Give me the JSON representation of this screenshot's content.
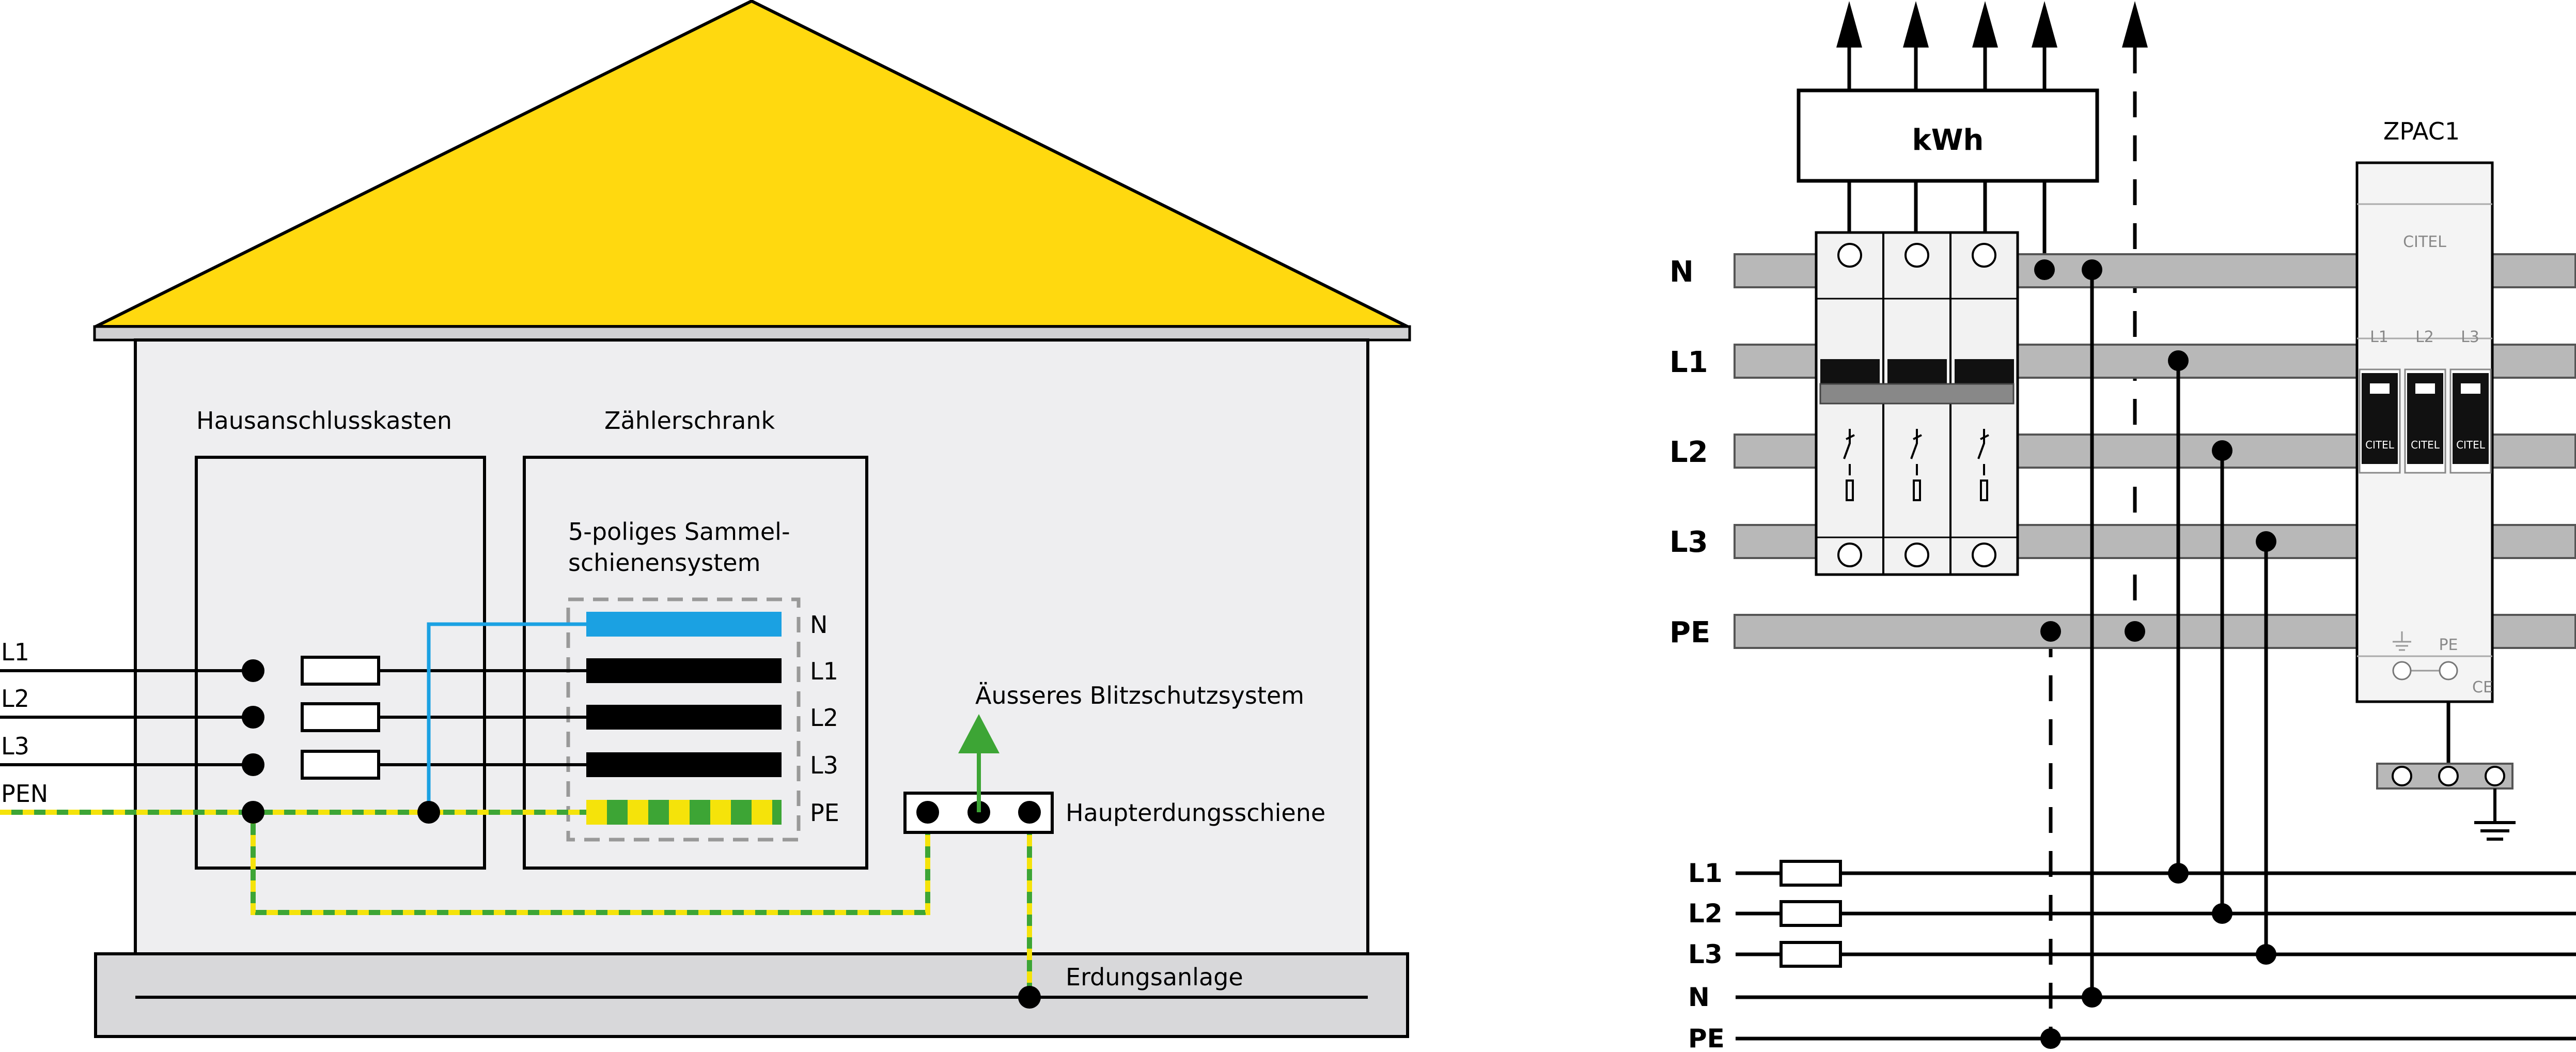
{
  "house": {
    "hausanschluss_title": "Hausanschlusskasten",
    "zaehler_title": "Zählerschrank",
    "sammel_line1": "5-poliges Sammel-",
    "sammel_line2": "schienensystem",
    "bar_labels": [
      "N",
      "L1",
      "L2",
      "L3",
      "PE"
    ],
    "input_labels": [
      "L1",
      "L2",
      "L3",
      "PEN"
    ],
    "blitz_label": "Äusseres Blitzschutzsystem",
    "haupterd_label": "Haupterdungsschiene",
    "erdung_label": "Erdungsanlage"
  },
  "schematic": {
    "kwh_label": "kWh",
    "device_label": "ZPAC1",
    "busbar_labels": [
      "N",
      "L1",
      "L2",
      "L3",
      "PE"
    ],
    "bottom_labels": [
      "L1",
      "L2",
      "L3",
      "N",
      "PE"
    ],
    "device_brand": "CITEL",
    "module_labels": [
      "L1",
      "L2",
      "L3"
    ],
    "module_brand": "CITEL",
    "ground_pe_label": "PE",
    "ce_mark": "CE"
  },
  "colors": {
    "roof": "#FFD90F",
    "wall": "#EEEEF0",
    "neutral": "#1BA1E2",
    "earth_green": "#3DA535",
    "earth_yellow": "#F5E30A",
    "busbar_gray": "#B8B8B8"
  }
}
